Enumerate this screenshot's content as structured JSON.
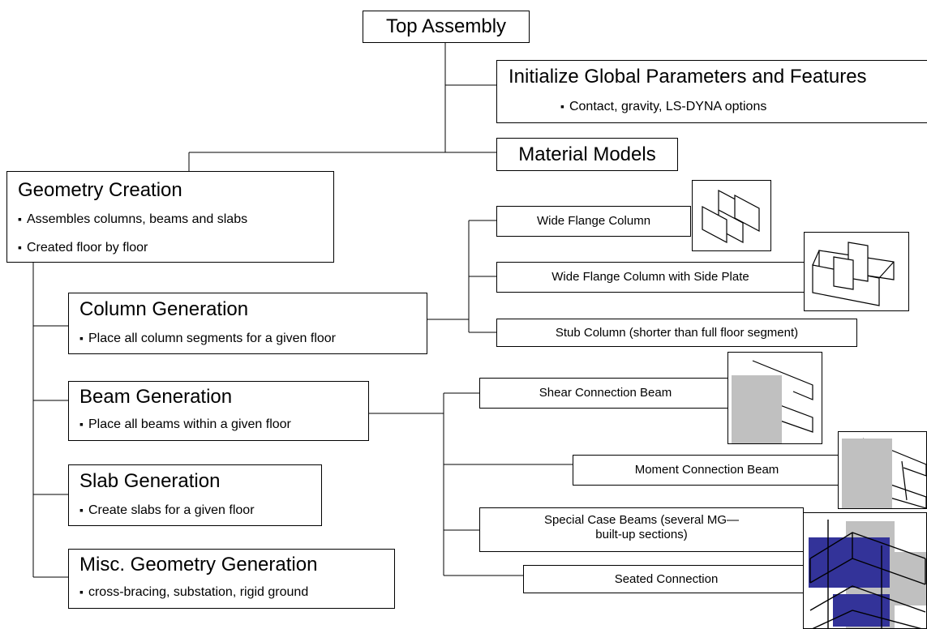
{
  "diagram": {
    "top": {
      "title": "Top Assembly"
    },
    "init": {
      "title": "Initialize Global Parameters and Features",
      "bullet": "Contact, gravity, LS-DYNA options"
    },
    "material": {
      "title": "Material Models"
    },
    "geometry": {
      "title": "Geometry Creation",
      "bullets": [
        "Assembles columns, beams and slabs",
        "Created floor by floor"
      ]
    },
    "column": {
      "title": "Column Generation",
      "bullet": "Place all column segments for a given floor"
    },
    "beam": {
      "title": "Beam Generation",
      "bullet": "Place all beams within a given floor"
    },
    "slab": {
      "title": "Slab Generation",
      "bullet": "Create slabs for a given floor"
    },
    "misc": {
      "title": "Misc. Geometry Generation",
      "bullet": "cross-bracing, substation, rigid ground"
    },
    "column_children": [
      "Wide Flange Column",
      "Wide Flange Column with Side Plate",
      "Stub Column (shorter than full floor segment)"
    ],
    "beam_children": [
      "Shear Connection Beam",
      "Moment Connection Beam",
      "Special Case Beams (several MG—\nbuilt-up sections)",
      "Seated Connection"
    ]
  }
}
